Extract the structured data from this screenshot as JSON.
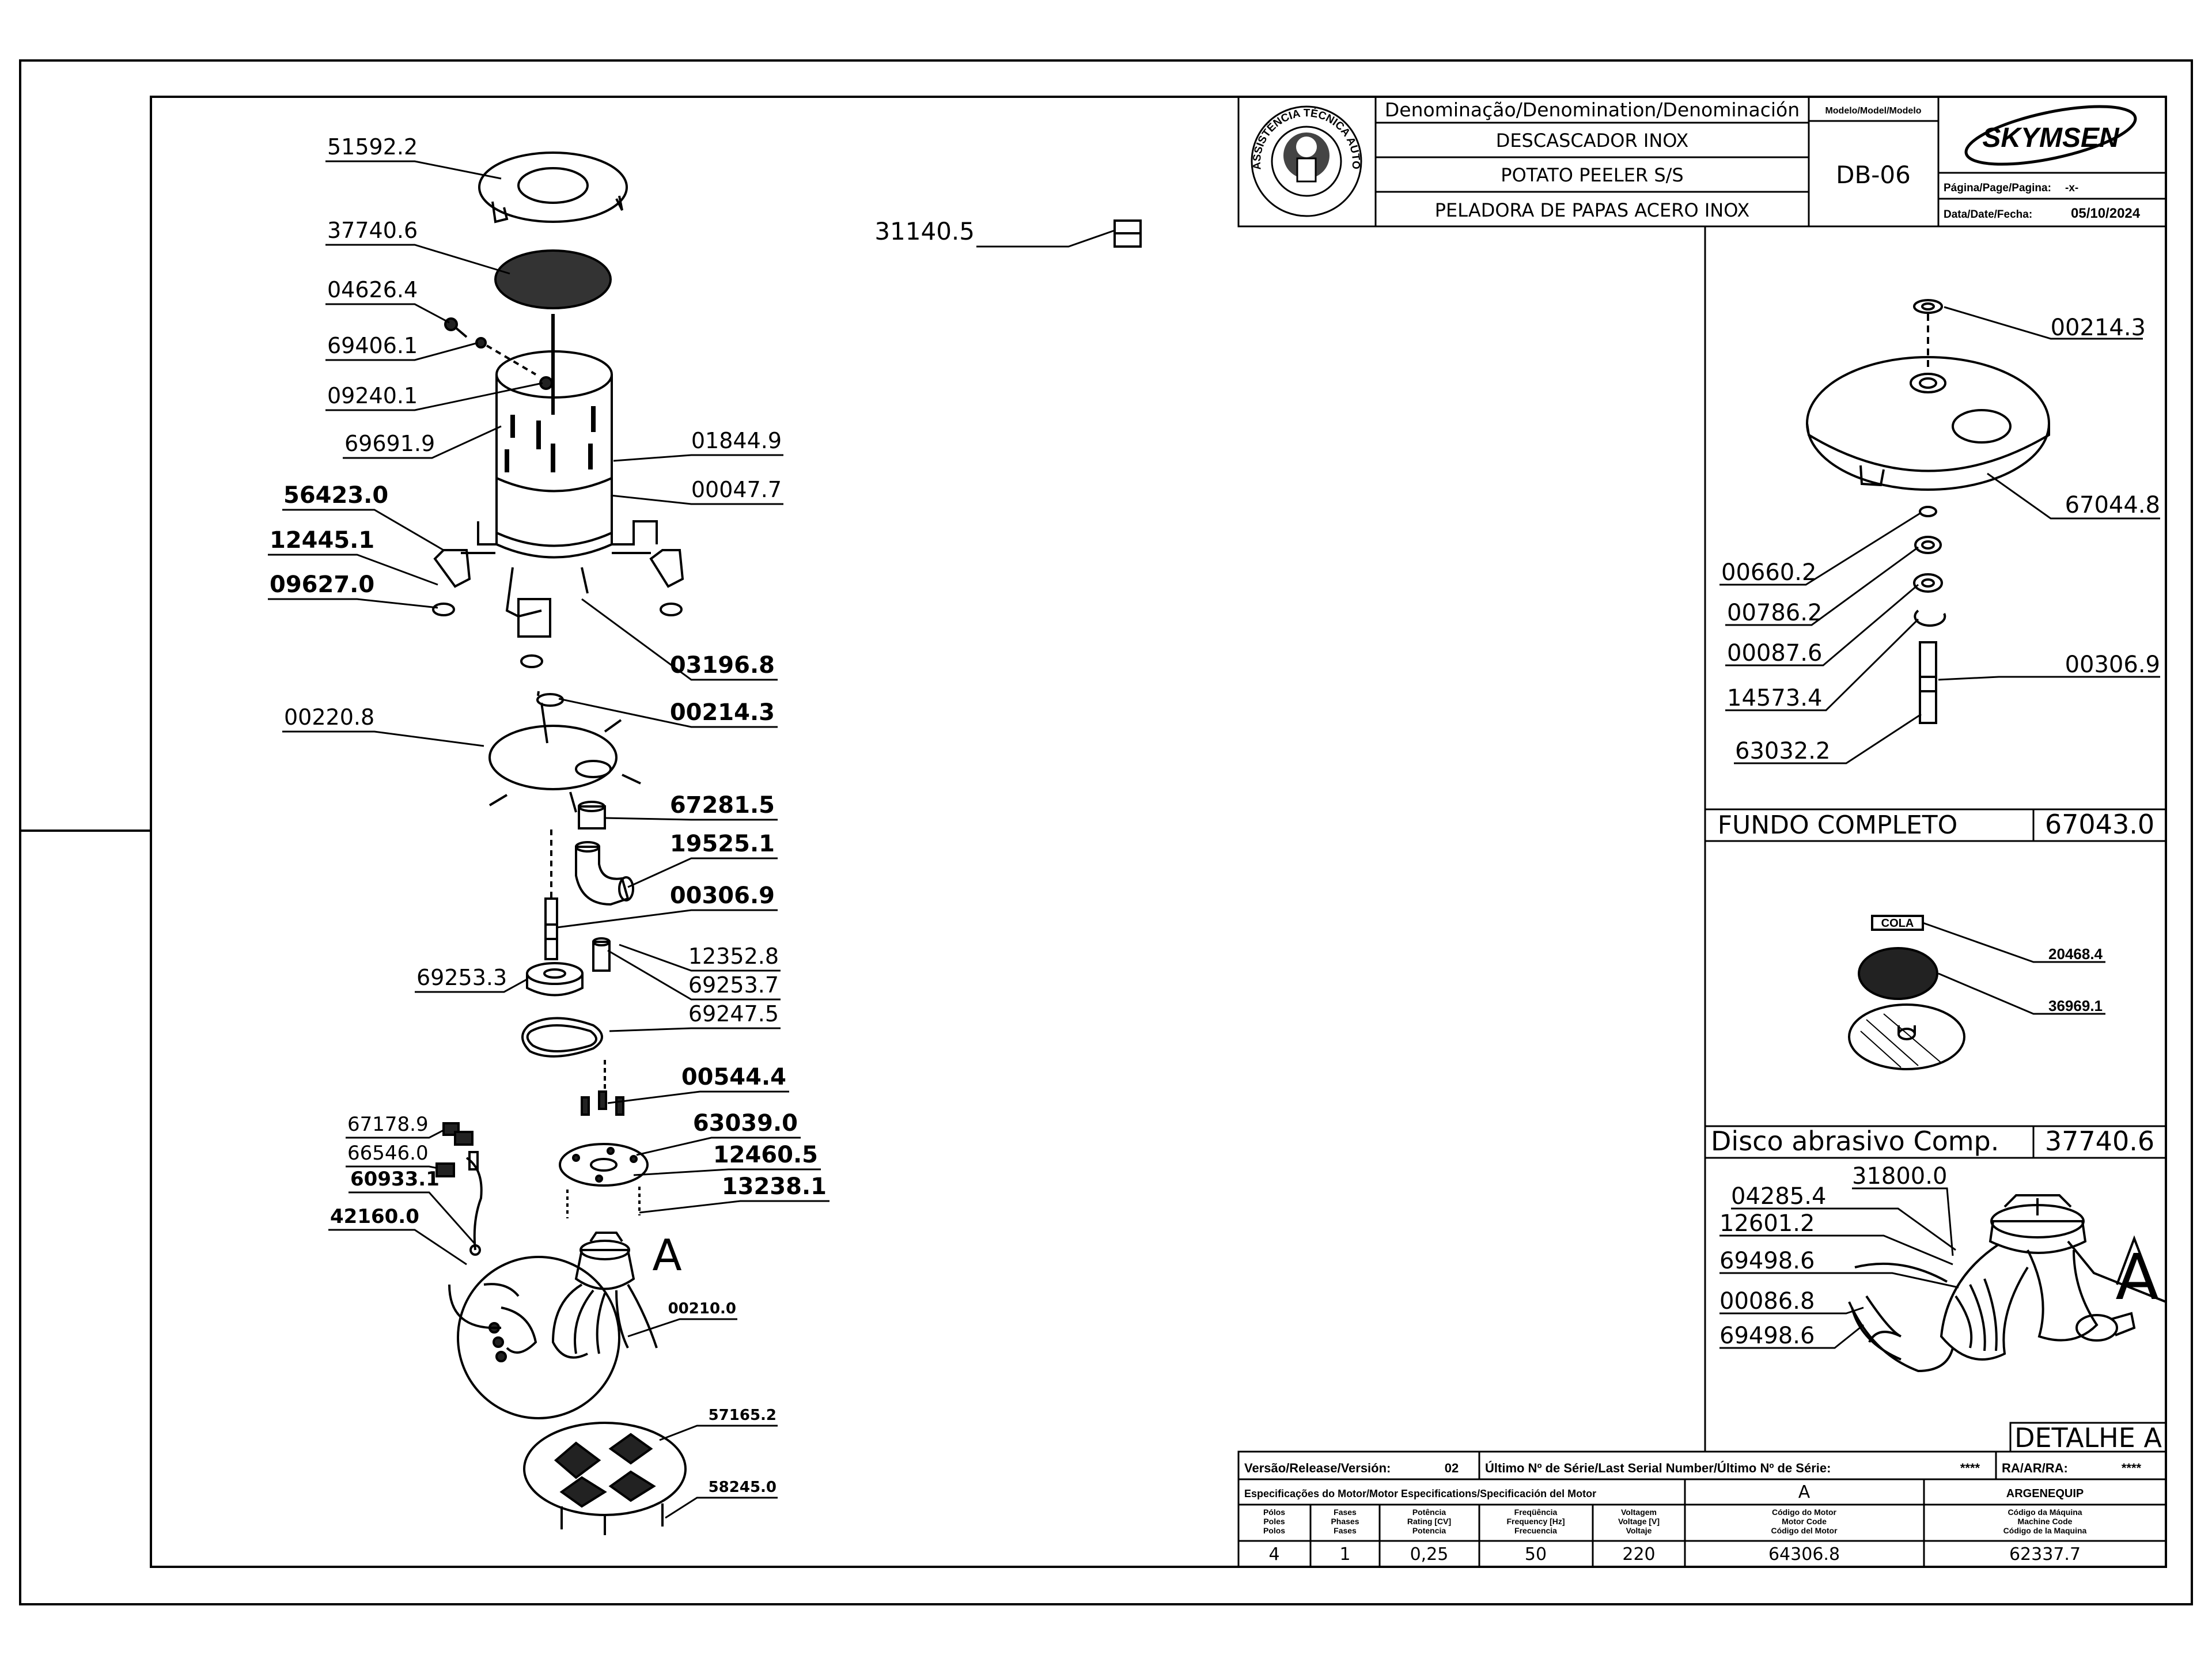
{
  "title_block": {
    "denomination_header": "Denominação/Denomination/Denominación",
    "name_pt": "DESCASCADOR INOX",
    "name_en": "POTATO PEELER S/S",
    "name_es": "PELADORA DE PAPAS ACERO INOX",
    "model_header": "Modelo/Model/Modelo",
    "model": "DB-06",
    "brand": "SKYMSEN",
    "page_label": "Página/Page/Pagina:",
    "page_value": "-x-",
    "date_label": "Data/Date/Fecha:",
    "date_value": "05/10/2024",
    "seal_text": "ASSISTÊNCIA TÉCNICA AUTORIZADA"
  },
  "main_parts": [
    {
      "code": "51592.2"
    },
    {
      "code": "37740.6"
    },
    {
      "code": "04626.4"
    },
    {
      "code": "69406.1"
    },
    {
      "code": "09240.1"
    },
    {
      "code": "69691.9"
    },
    {
      "code": "01844.9"
    },
    {
      "code": "00047.7"
    },
    {
      "code": "56423.0"
    },
    {
      "code": "12445.1"
    },
    {
      "code": "09627.0"
    },
    {
      "code": "03196.8"
    },
    {
      "code": "00214.3"
    },
    {
      "code": "00220.8"
    },
    {
      "code": "67281.5"
    },
    {
      "code": "19525.1"
    },
    {
      "code": "00306.9"
    },
    {
      "code": "12352.8"
    },
    {
      "code": "69253.3"
    },
    {
      "code": "69253.7"
    },
    {
      "code": "69247.5"
    },
    {
      "code": "00544.4"
    },
    {
      "code": "67178.9"
    },
    {
      "code": "66546.0"
    },
    {
      "code": "63039.0"
    },
    {
      "code": "12460.5"
    },
    {
      "code": "60933.1"
    },
    {
      "code": "13238.1"
    },
    {
      "code": "42160.0"
    },
    {
      "code": "00210.0"
    },
    {
      "code": "57165.2"
    },
    {
      "code": "58245.0"
    },
    {
      "code": "31140.5"
    }
  ],
  "main_detail_letter": "A",
  "fundo": {
    "title": "FUNDO COMPLETO",
    "code": "67043.0",
    "parts": [
      {
        "code": "00214.3"
      },
      {
        "code": "67044.8"
      },
      {
        "code": "00660.2"
      },
      {
        "code": "00786.2"
      },
      {
        "code": "00087.6"
      },
      {
        "code": "00306.9"
      },
      {
        "code": "14573.4"
      },
      {
        "code": "63032.2"
      }
    ]
  },
  "disco": {
    "title": "Disco abrasivo Comp.",
    "code": "37740.6",
    "cola_tag": "COLA",
    "parts": [
      {
        "code": "20468.4"
      },
      {
        "code": "36969.1"
      }
    ]
  },
  "detalhe": {
    "title": "DETALHE A",
    "letter": "A",
    "parts": [
      {
        "code": "04285.4"
      },
      {
        "code": "31800.0"
      },
      {
        "code": "12601.2"
      },
      {
        "code": "69498.6"
      },
      {
        "code": "00086.8"
      },
      {
        "code": "69498.6"
      }
    ]
  },
  "footer": {
    "version_label": "Versão/Release/Versión:",
    "version_value": "02",
    "serial_label": "Último Nº de Série/Last Serial Number/Último Nº de Série:",
    "serial_value": "****",
    "ra_label": "RA/AR/RA:",
    "ra_value": "****",
    "motor_spec_label": "Especificações do Motor/Motor Especifications/Specificación del Motor",
    "motor_letter": "A",
    "manufacturer": "ARGENEQUIP",
    "col_headers": [
      [
        "Pólos",
        "Poles",
        "Polos"
      ],
      [
        "Fases",
        "Phases",
        "Fases"
      ],
      [
        "Potência",
        "Rating [CV]",
        "Potencia"
      ],
      [
        "Freqüência",
        "Frequency [Hz]",
        "Frecuencia"
      ],
      [
        "Voltagem",
        "Voltage [V]",
        "Voltaje"
      ],
      [
        "Código do Motor",
        "Motor Code",
        "Código del Motor"
      ],
      [
        "Código da Máquina",
        "Machine Code",
        "Código de la Maquina"
      ]
    ],
    "values": [
      "4",
      "1",
      "0,25",
      "50",
      "220",
      "64306.8",
      "62337.7"
    ]
  }
}
